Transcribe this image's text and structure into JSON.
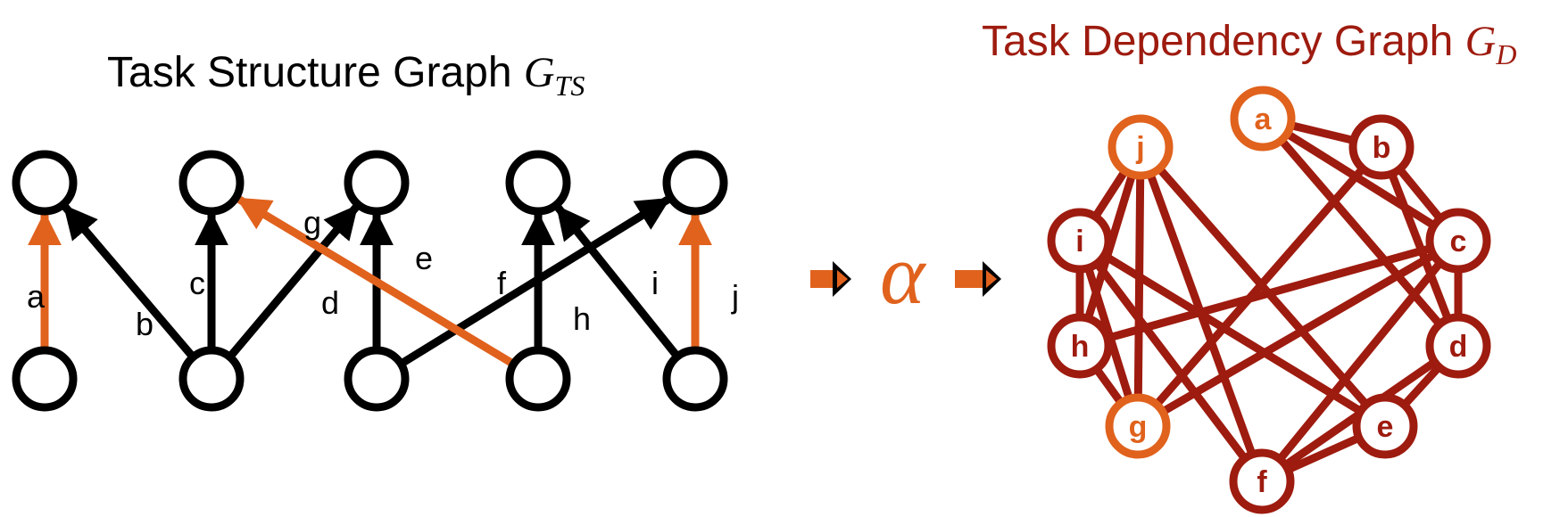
{
  "ts_graph": {
    "title": "Task Structure Graph ",
    "symbol": "G",
    "subscript": "TS",
    "edge_labels": [
      "a",
      "b",
      "c",
      "d",
      "e",
      "f",
      "g",
      "h",
      "i",
      "j"
    ],
    "highlighted_edges": [
      "a",
      "g",
      "j"
    ]
  },
  "dependency_graph": {
    "title": "Task Dependency Graph ",
    "symbol": "G",
    "subscript": "D",
    "nodes": [
      "a",
      "b",
      "c",
      "d",
      "e",
      "f",
      "g",
      "h",
      "i",
      "j"
    ],
    "highlighted_nodes": [
      "a",
      "g",
      "j"
    ],
    "edges": [
      [
        "a",
        "b"
      ],
      [
        "a",
        "c"
      ],
      [
        "a",
        "d"
      ],
      [
        "b",
        "c"
      ],
      [
        "b",
        "d"
      ],
      [
        "b",
        "g"
      ],
      [
        "c",
        "d"
      ],
      [
        "c",
        "h"
      ],
      [
        "c",
        "g"
      ],
      [
        "c",
        "f"
      ],
      [
        "d",
        "e"
      ],
      [
        "d",
        "f"
      ],
      [
        "e",
        "f"
      ],
      [
        "e",
        "i"
      ],
      [
        "f",
        "j"
      ],
      [
        "f",
        "i"
      ],
      [
        "g",
        "j"
      ],
      [
        "g",
        "h"
      ],
      [
        "g",
        "i"
      ],
      [
        "h",
        "i"
      ],
      [
        "h",
        "j"
      ],
      [
        "i",
        "j"
      ],
      [
        "j",
        "e"
      ]
    ]
  },
  "mapping": {
    "symbol": "α"
  },
  "colors": {
    "black": "#000000",
    "orange": "#E0621D",
    "dark_red": "#9E1B0F"
  }
}
